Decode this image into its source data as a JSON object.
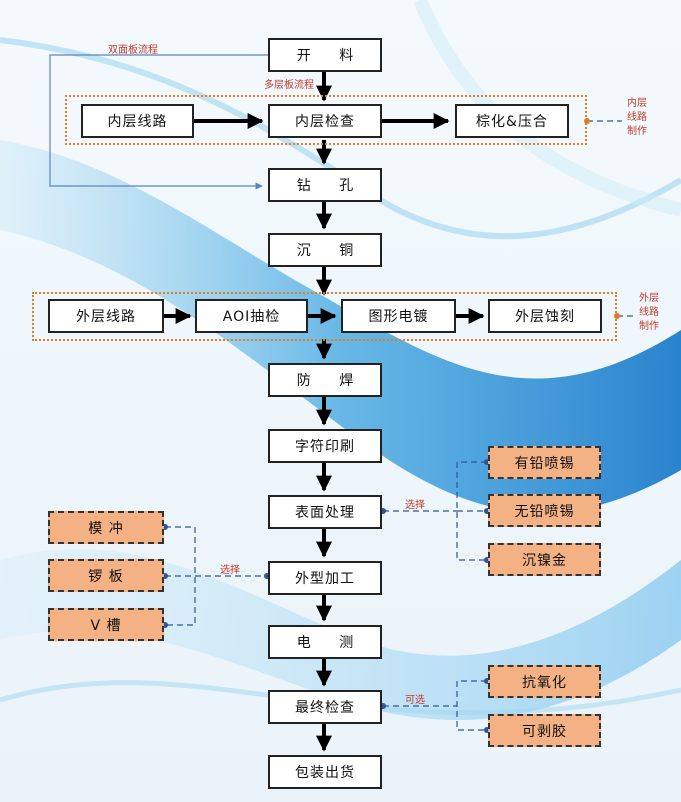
{
  "flow": {
    "kailiao": "开 料",
    "neiceng_xianlu": "内层线路",
    "neiceng_jiancha": "内层检查",
    "zonghua_yahe": "棕化&压合",
    "zuankong": "钻 孔",
    "chentong": "沉 铜",
    "waiceng_xianlu": "外层线路",
    "aoi_choujian": "AOI抽检",
    "tuxing_diandu": "图形电镀",
    "waiceng_shike": "外层蚀刻",
    "fanghan": "防 焊",
    "zifu_yinshua": "字符印刷",
    "biaomian_chuli": "表面处理",
    "waixing_jiagong": "外型加工",
    "dianche": "电 测",
    "zuizhong_jiancha": "最终检查",
    "baozhuang_chuhuo": "包装出货"
  },
  "options": {
    "surface": [
      "有铅喷锡",
      "无铅喷锡",
      "沉镍金"
    ],
    "shaping": [
      "模 冲",
      "锣 板",
      "V 槽"
    ],
    "final": [
      "抗氧化",
      "可剥胶"
    ]
  },
  "labels": {
    "double_side_flow": "双面板流程",
    "multi_layer_flow": "多层板流程",
    "select_surface": "选择",
    "select_shape": "选择",
    "optional": "可选",
    "inner_group": [
      "内层",
      "线路",
      "制作"
    ],
    "outer_group": [
      "外层",
      "线路",
      "制作"
    ]
  },
  "colors": {
    "arrow": "#000000",
    "option_fill": "#f4b183",
    "group_border": "#e07b26",
    "label_red": "#c0392b",
    "dashed_link": "#2f5597",
    "flow_thin": "#5b86b8"
  }
}
